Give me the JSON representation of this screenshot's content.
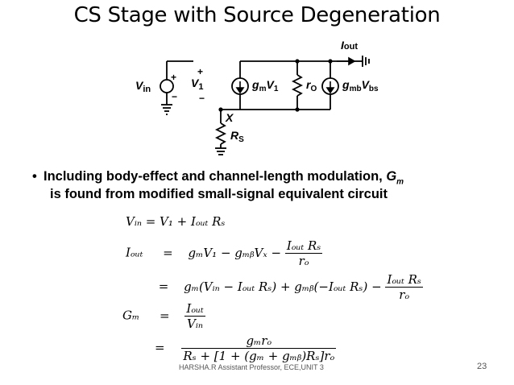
{
  "slide": {
    "title": "CS Stage with Source Degeneration",
    "footer": "HARSHA.R Assistant Professor, ECE,UNIT 3",
    "page_number": "23"
  },
  "circuit": {
    "labels": {
      "iout_i": "I",
      "iout_sub": "out",
      "vin_v": "V",
      "vin_sub": "in",
      "v1_v": "V",
      "v1_sub": "1",
      "gm_g": "g",
      "gm_sub": "m",
      "gm_v": "V",
      "gm_vsub": "1",
      "ro_r": "r",
      "ro_sub": "O",
      "gmb_g": "g",
      "gmb_sub": "mb",
      "gmb_v": "V",
      "gmb_vsub": "bs",
      "node_x": "X",
      "rs_r": "R",
      "rs_sub": "S",
      "plus": "+",
      "minus": "−"
    }
  },
  "bullet": {
    "line1": "Including body-effect and channel-length modulation, ",
    "line1_var": "G",
    "line1_var_sub": "m",
    "line2": "is found from modified small-signal equivalent circuit"
  },
  "equations": {
    "eq1": "Vᵢₙ = V₁ + Iₒᵤₜ Rₛ",
    "eq2_lhs": "Iₒᵤₜ",
    "eq2_rhs": "gₘV₁ − gₘᵦVₓ −",
    "eq2_num": "Iₒᵤₜ Rₛ",
    "eq2_den": "rₒ",
    "eq3_rhs": "gₘ(Vᵢₙ − Iₒᵤₜ Rₛ) + gₘᵦ(−Iₒᵤₜ Rₛ) −",
    "eq3_num": "Iₒᵤₜ Rₛ",
    "eq3_den": "rₒ",
    "eq4_lhs": "Gₘ",
    "eq4_num": "Iₒᵤₜ",
    "eq4_den": "Vᵢₙ",
    "eq5_num": "gₘrₒ",
    "eq5_den": "Rₛ + [1 + (gₘ + gₘᵦ)Rₛ]rₒ",
    "equals": "="
  },
  "colors": {
    "text": "#000000",
    "footer": "#555555",
    "background": "#ffffff"
  }
}
